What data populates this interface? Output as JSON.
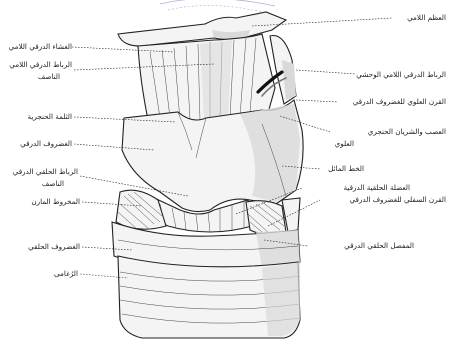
{
  "labels": {
    "hyoid_bone": "العظم اللامي",
    "thyrohyoid_membrane": "الغشاء الدرقي اللامي",
    "median_thyrohyoid_ligament": "الرباط الدرقي اللامي",
    "median_thyrohyoid_ligament_2": "الناصف",
    "lateral_thyrohyoid_ligament": "الرباط الدرقي اللامي الوحشي",
    "superior_horn": "القرن العلوي للغضروف الدرقي",
    "laryngeal_prominence": "الثلمة الحنجرية",
    "thyroid_cartilage": "الغضروف الدرقي",
    "superior_laryngeal_nerve_artery": "العصب والشريان الحنجري",
    "superior_laryngeal_nerve_artery_2": "العلوي",
    "oblique_line": "الخط المائل",
    "median_cricothyroid_ligament": "الرباط الحلقي الدرقي",
    "median_cricothyroid_ligament_2": "الناصف",
    "cricothyroid_muscle": "العضلة الحلقية الدرقية",
    "conus_elasticus": "المخروط المارن",
    "inferior_horn": "القرن السفلي للغضروف الدرقي",
    "cricothyroid_joint": "المفصل الحلقي الدرقي",
    "cricoid_cartilage": "الغضروف الحلقي",
    "trachea": "الرُغامى"
  },
  "colors": {
    "line": "#222222",
    "cartilage": "#f4f4f4",
    "shadow": "#d9d9d9",
    "stamp": "#5a6fb0"
  }
}
